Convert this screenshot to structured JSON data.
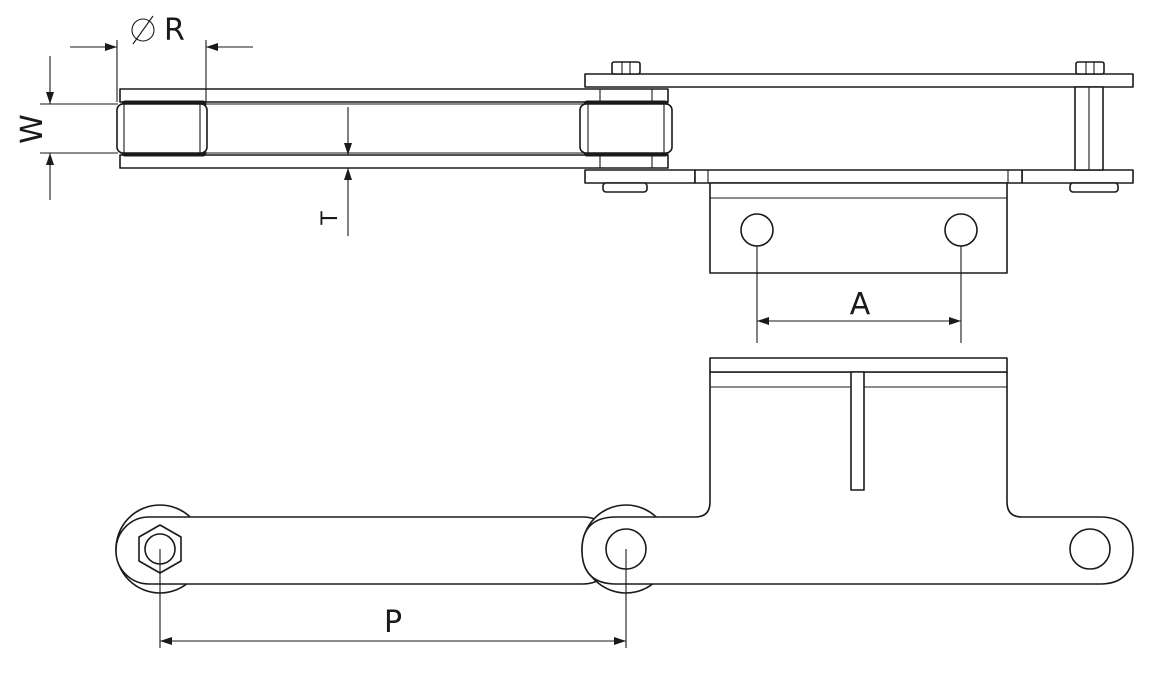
{
  "labels": {
    "diameter_symbol": "Ø",
    "roller_diameter": "R",
    "width": "W",
    "thickness": "T",
    "attachment_hole_spacing": "A",
    "pitch": "P"
  },
  "colors": {
    "line": "#1a1a1a",
    "background": "#ffffff"
  }
}
